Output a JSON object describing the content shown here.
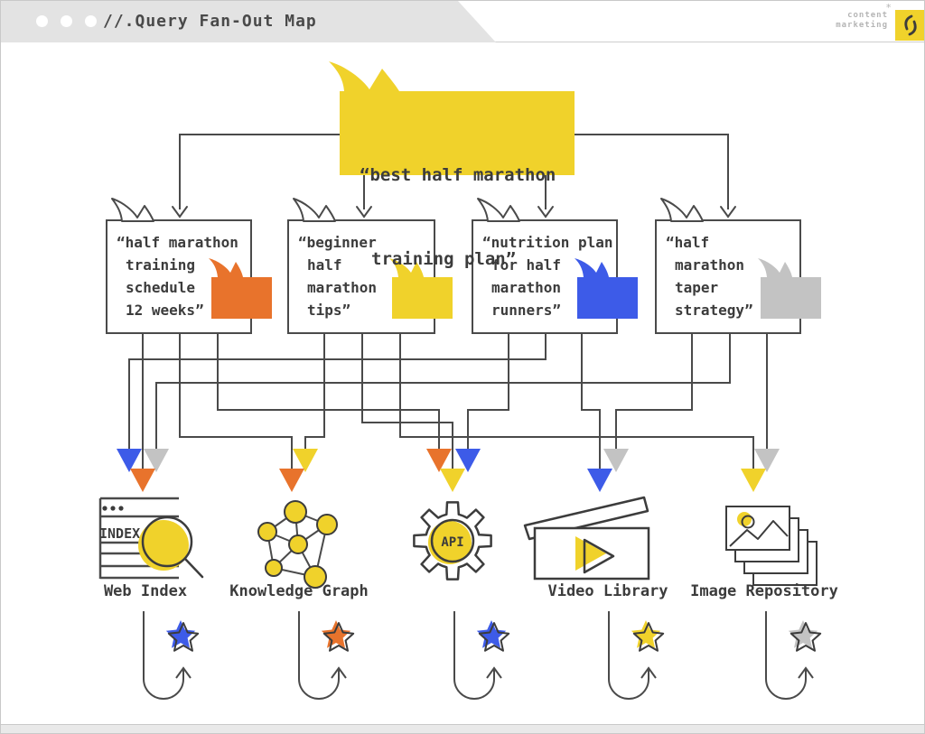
{
  "header": {
    "title": "//.Query Fan-Out Map",
    "window_dots": 3,
    "brand_line1": "content",
    "brand_line2": "marketing",
    "brand_mark": "*"
  },
  "colors": {
    "yellow": "#F0D22B",
    "orange": "#E8732C",
    "blue": "#3D5BE8",
    "gray": "#C3C3C3",
    "line": "#4A4A4A",
    "text": "#3C3C3C",
    "header_bg": "#E3E3E3",
    "muted": "#B5B5B5"
  },
  "main_query": {
    "line1": "“best half marathon",
    "line2": "training plan”",
    "bubble_color": "yellow"
  },
  "sub_queries": [
    {
      "lines": [
        "“half marathon",
        "training",
        "schedule",
        "12 weeks”"
      ],
      "bubble_color": "orange",
      "targets": [
        "Web Index",
        "Knowledge Graph",
        "API"
      ]
    },
    {
      "lines": [
        "“beginner",
        "half",
        "marathon",
        "tips”"
      ],
      "bubble_color": "yellow",
      "targets": [
        "Knowledge Graph",
        "API",
        "Image Repository"
      ]
    },
    {
      "lines": [
        "“nutrition plan",
        "for half",
        "marathon",
        "runners”"
      ],
      "bubble_color": "blue",
      "targets": [
        "Web Index",
        "API",
        "Video Library"
      ]
    },
    {
      "lines": [
        "“half",
        "marathon",
        "taper",
        "strategy”"
      ],
      "bubble_color": "gray",
      "targets": [
        "Web Index",
        "Video Library",
        "Image Repository"
      ]
    }
  ],
  "destinations": [
    {
      "label": "Web Index",
      "icon": "web-index",
      "icon_text": "INDEX",
      "incoming_arrow_colors": [
        "blue",
        "gray",
        "orange"
      ],
      "star_color": "blue"
    },
    {
      "label": "Knowledge Graph",
      "icon": "knowledge-graph",
      "icon_text": "",
      "incoming_arrow_colors": [
        "yellow",
        "orange"
      ],
      "star_color": "orange"
    },
    {
      "label": "",
      "icon": "api-gear",
      "icon_text": "API",
      "incoming_arrow_colors": [
        "orange",
        "blue",
        "yellow"
      ],
      "star_color": "blue"
    },
    {
      "label": "Video Library",
      "icon": "video-clapperboard",
      "icon_text": "",
      "incoming_arrow_colors": [
        "gray",
        "blue"
      ],
      "star_color": "yellow"
    },
    {
      "label": "Image Repository",
      "icon": "image-stack",
      "icon_text": "",
      "incoming_arrow_colors": [
        "gray",
        "yellow"
      ],
      "star_color": "gray"
    }
  ]
}
